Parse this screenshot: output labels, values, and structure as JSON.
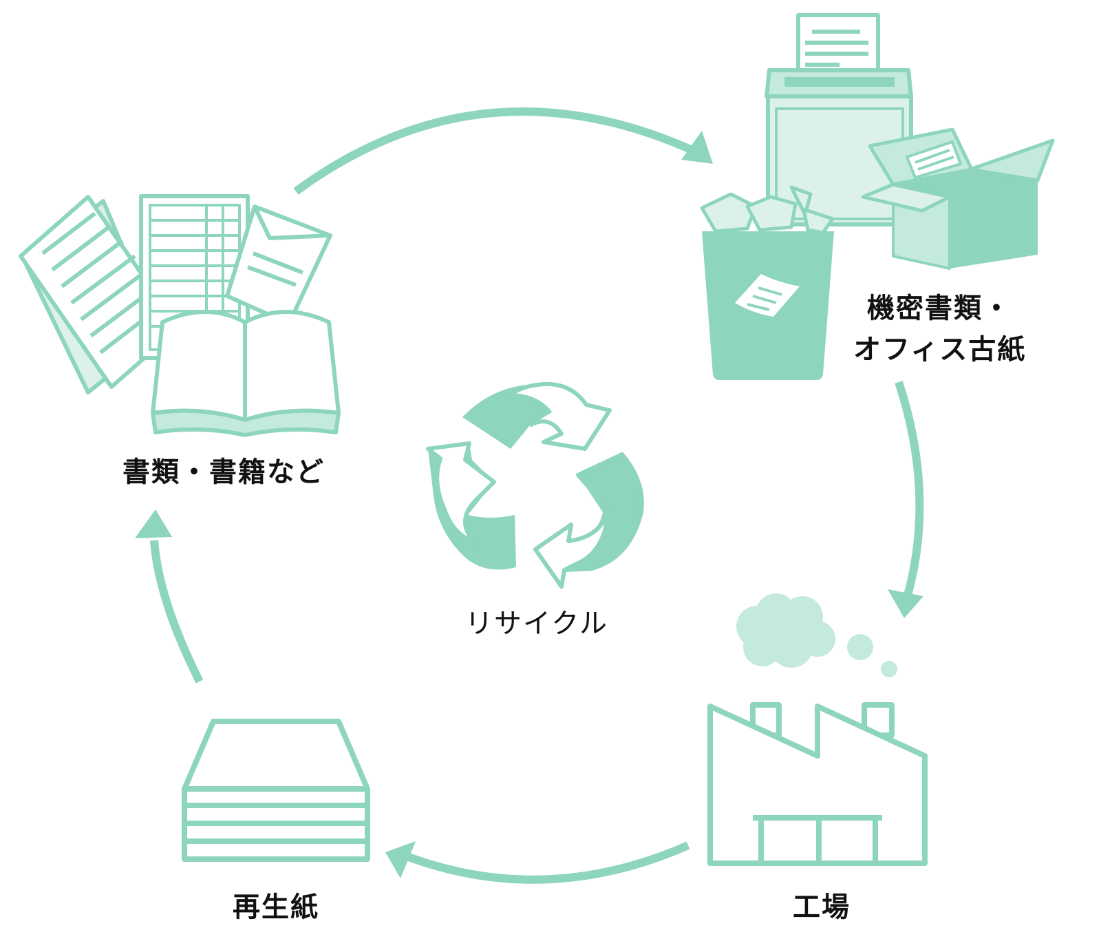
{
  "colors": {
    "primary": "#8dd5bb",
    "light": "#c4eadc",
    "pale": "#dcf2e9",
    "white": "#ffffff",
    "text": "#111111"
  },
  "nodes": {
    "documents": {
      "label": "書類・書籍など",
      "icon": "documents-books-icon"
    },
    "confidential": {
      "label_line1": "機密書類・",
      "label_line2": "オフィス古紙",
      "icon": "shredder-bin-box-icon"
    },
    "factory": {
      "label": "工場",
      "icon": "factory-icon"
    },
    "recycled_paper": {
      "label": "再生紙",
      "icon": "paper-stack-icon"
    },
    "center": {
      "label": "リサイクル",
      "icon": "recycle-icon"
    }
  }
}
